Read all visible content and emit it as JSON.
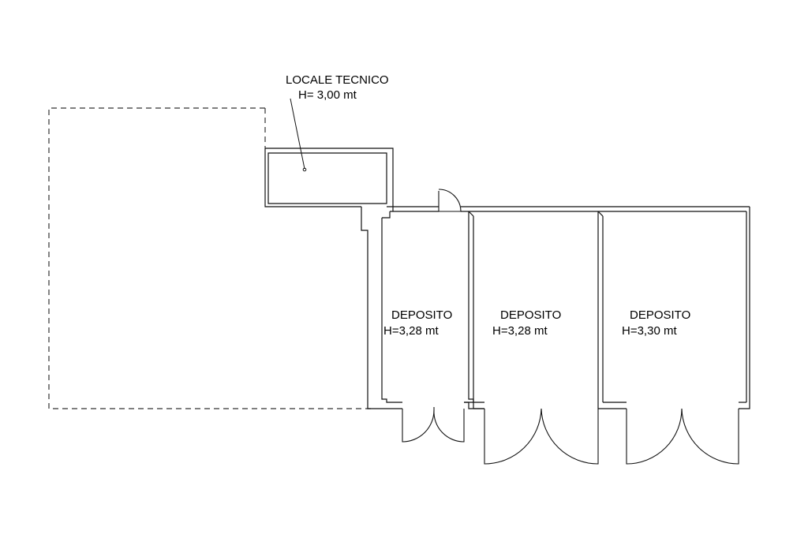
{
  "plan": {
    "rooms": [
      {
        "id": "locale-tecnico",
        "name": "LOCALE TECNICO",
        "height": "H= 3,00 mt"
      },
      {
        "id": "deposito-1",
        "name": "DEPOSITO",
        "height": "H=3,28 mt"
      },
      {
        "id": "deposito-2",
        "name": "DEPOSITO",
        "height": "H=3,28 mt"
      },
      {
        "id": "deposito-3",
        "name": "DEPOSITO",
        "height": "H=3,30 mt"
      }
    ]
  }
}
